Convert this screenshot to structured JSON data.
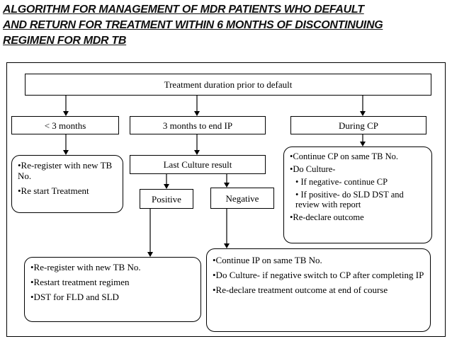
{
  "title": {
    "line1": "ALGORITHM FOR MANAGEMENT OF MDR PATIENTS WHO DEFAULT",
    "line2": "AND RETURN FOR TREATMENT WITHIN 6 MONTHS OF DISCONTINUING",
    "line3": "REGIMEN FOR MDR TB"
  },
  "nodes": {
    "top": "Treatment duration prior to default",
    "lt3": "< 3 months",
    "to_end_ip": "3 months to end IP",
    "during_cp": "During CP",
    "last_culture": "Last Culture result",
    "positive": "Positive",
    "negative": "Negative"
  },
  "lists": {
    "lt3_actions": [
      "•Re-register with new TB No.",
      "•Re start Treatment"
    ],
    "cp_actions": [
      "•Continue CP on same TB No.",
      "•Do Culture-",
      "•   If negative- continue  CP",
      "•   If positive- do SLD DST and review with report",
      "•Re-declare outcome"
    ],
    "positive_actions": [
      "•Re-register with new TB No.",
      "•Restart treatment regimen",
      "•DST for FLD and SLD"
    ],
    "negative_actions": [
      "•Continue IP on same TB No.",
      "•Do Culture- if negative switch to CP after completing IP",
      "•Re-declare treatment outcome at end of course"
    ]
  }
}
